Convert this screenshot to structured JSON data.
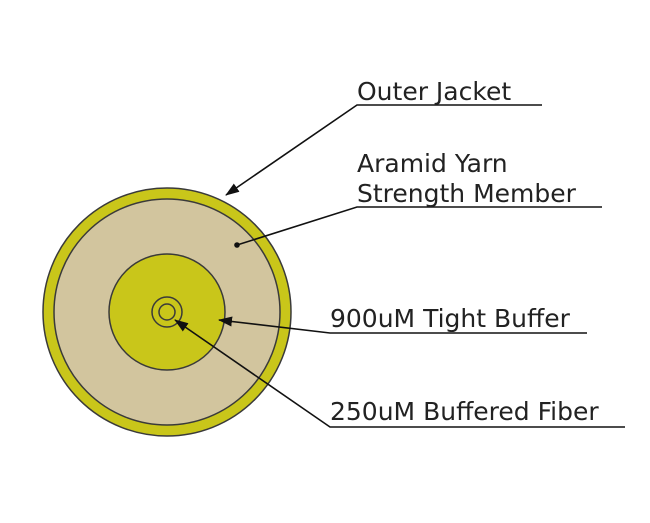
{
  "diagram": {
    "labels": {
      "outer_jacket": "Outer Jacket",
      "aramid_line1": "Aramid Yarn",
      "aramid_line2": "Strength Member",
      "tight_buffer": "900uM Tight Buffer",
      "buffered_fiber": "250uM Buffered Fiber"
    },
    "colors": {
      "jacket": "#c9c61a",
      "aramid": "#d2c59e",
      "tight_buffer": "#c9c61a",
      "fiber": "#c9c61a",
      "outline": "#3a3a3a",
      "leader": "#111111"
    }
  }
}
